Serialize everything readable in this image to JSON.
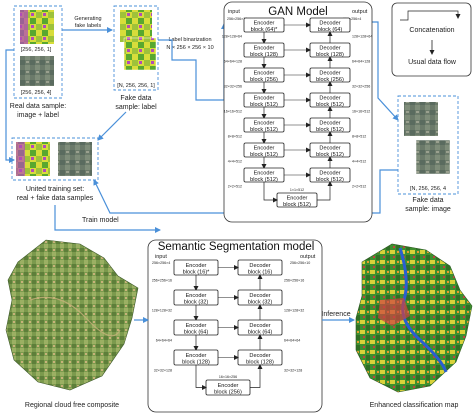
{
  "colors": {
    "flow_arrow": "#4a90d9",
    "tile_border": "#4a90d9",
    "panel_stroke": "#333333"
  },
  "samples": {
    "real_size_label": "[256, 256, 1]",
    "real_image_size_label": "[256, 256, 4]",
    "real_caption_line1": "Real data sample:",
    "real_caption_line2": "image + label",
    "generating_fake_labels_line1": "Generating",
    "generating_fake_labels_line2": "fake labels",
    "fake_label_size": "[N, 256, 256, 1]",
    "fake_label_caption_line1": "Fake data",
    "fake_label_caption_line2": "sample: label",
    "label_binarization_line1": "Label binarization",
    "label_binarization_line2": "N × 256 × 256 × 10",
    "united_caption_line1": "United training set:",
    "united_caption_line2": "real + fake data samples",
    "fake_image_size": "[N, 256, 256, 4",
    "fake_image_caption_line1": "Fake data",
    "fake_image_caption_line2": "sample: image",
    "train_model": "Train model",
    "inference": "Inference",
    "regional_caption": "Regional cloud free composite",
    "enhanced_caption": "Enhanced classification map"
  },
  "legend": {
    "concatenation": "Concatenation",
    "usual_flow": "Usual data flow"
  },
  "gan": {
    "title": "GAN Model",
    "input_label": "input",
    "output_label": "output",
    "input_dims": "256×256×10",
    "output_dims": "256×256×4",
    "encoders": [
      {
        "line1": "Encoder",
        "line2": "block (64)*",
        "dims": "128×128×64"
      },
      {
        "line1": "Encoder",
        "line2": "block (128)",
        "dims": "64×64×128"
      },
      {
        "line1": "Encoder",
        "line2": "block (256)",
        "dims": "32×32×256"
      },
      {
        "line1": "Encoder",
        "line2": "block (512)",
        "dims": "16×16×512"
      },
      {
        "line1": "Encoder",
        "line2": "block (512)",
        "dims": "8×8×512"
      },
      {
        "line1": "Encoder",
        "line2": "block (512)",
        "dims": "4×4×512"
      },
      {
        "line1": "Encoder",
        "line2": "block (512)",
        "dims": "2×2×512"
      }
    ],
    "decoders": [
      {
        "line1": "Decoder",
        "line2": "block (64)",
        "dims": "128×128×64"
      },
      {
        "line1": "Decoder",
        "line2": "block (128)",
        "dims": "64×64×128"
      },
      {
        "line1": "Decoder",
        "line2": "block (256)",
        "dims": "32×32×256"
      },
      {
        "line1": "Decoder",
        "line2": "block (512)",
        "dims": "16×16×512"
      },
      {
        "line1": "Decoder",
        "line2": "block (512)",
        "dims": "8×8×512"
      },
      {
        "line1": "Decoder",
        "line2": "block (512)",
        "dims": "4×4×512"
      },
      {
        "line1": "Decoder",
        "line2": "block (512)",
        "dims": "2×2×512"
      }
    ],
    "bottleneck": {
      "line1": "Encoder",
      "line2": "block (512)",
      "dims": "1×1×512"
    }
  },
  "seg": {
    "title": "Semantic Segmentation model",
    "input_label": "input",
    "output_label": "output",
    "input_dims": "256×256×4",
    "output_dims": "256×256×10",
    "encoders": [
      {
        "line1": "Encoder",
        "line2": "block (16)*",
        "dims": "256×256×16"
      },
      {
        "line1": "Encoder",
        "line2": "block (32)",
        "dims": "128×128×32"
      },
      {
        "line1": "Encoder",
        "line2": "block (64)",
        "dims": "64×64×64"
      },
      {
        "line1": "Encoder",
        "line2": "block (128)",
        "dims": "32×32×128"
      }
    ],
    "decoders": [
      {
        "line1": "Decoder",
        "line2": "block (16)",
        "dims": "256×256×16"
      },
      {
        "line1": "Decoder",
        "line2": "block (32)",
        "dims": "128×128×32"
      },
      {
        "line1": "Decoder",
        "line2": "block (64)",
        "dims": "64×64×64"
      },
      {
        "line1": "Decoder",
        "line2": "block (128)",
        "dims": "32×32×128"
      }
    ],
    "bottleneck": {
      "line1": "Encoder",
      "line2": "block (256)",
      "dims": "16×16×256"
    }
  }
}
